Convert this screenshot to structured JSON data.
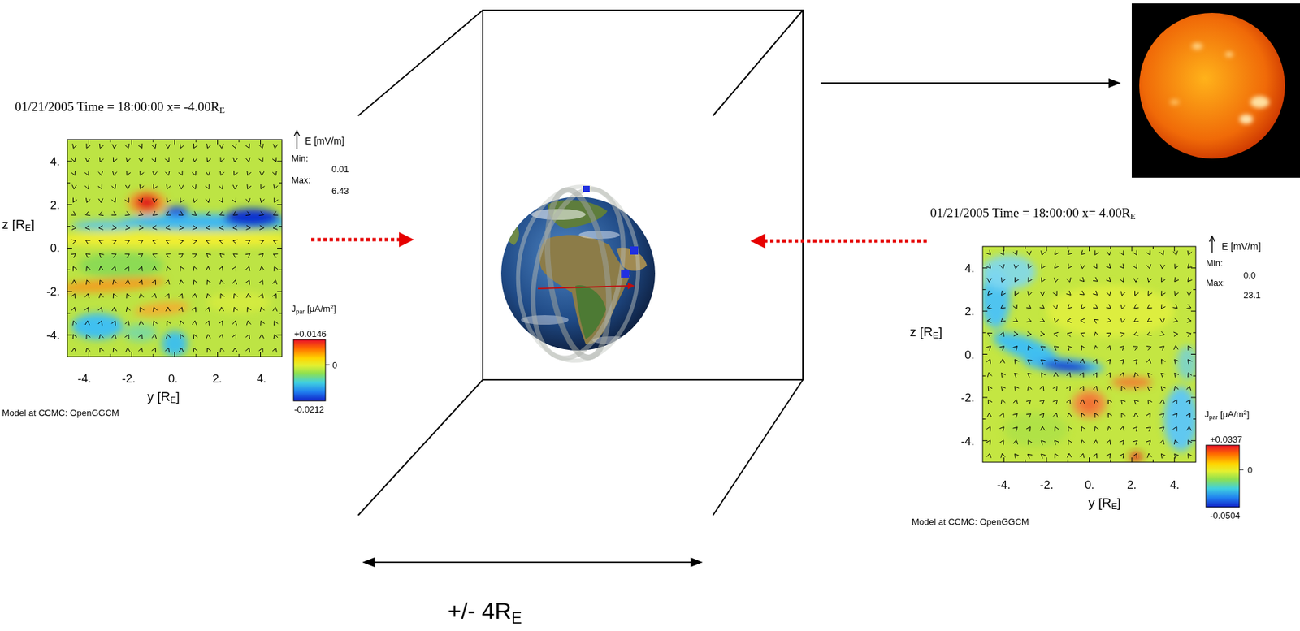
{
  "diagram": {
    "labels": [
      "01/21/2005 Time = 18:00:00 x= -4.00RE",
      "E [mV/m]",
      "Min:",
      "0.01",
      "Max:",
      "6.43",
      "Jpar [μA/m2]",
      "+0.0146",
      "0",
      "-0.0212",
      "z [RE]",
      "4.",
      "2.",
      "0.",
      "-2.",
      "-4.",
      "-4.",
      "-2.",
      "0.",
      "2.",
      "4.",
      "y [RE]",
      "Model at CCMC: OpenGGCM",
      "01/21/2005 Time = 18:00:00 x= 4.00RE",
      "E [mV/m]",
      "Min:",
      "0.0",
      "Max:",
      "23.1",
      "Jpar [μA/m2]",
      "+0.0337",
      "0",
      "-0.0504",
      "z [RE]",
      "4.",
      "2.",
      "0.",
      "-2.",
      "-4.",
      "-4.",
      "-2.",
      "0.",
      "2.",
      "4.",
      "y [RE]",
      "Model at CCMC: OpenGGCM",
      "+/- 4RE"
    ]
  }
}
